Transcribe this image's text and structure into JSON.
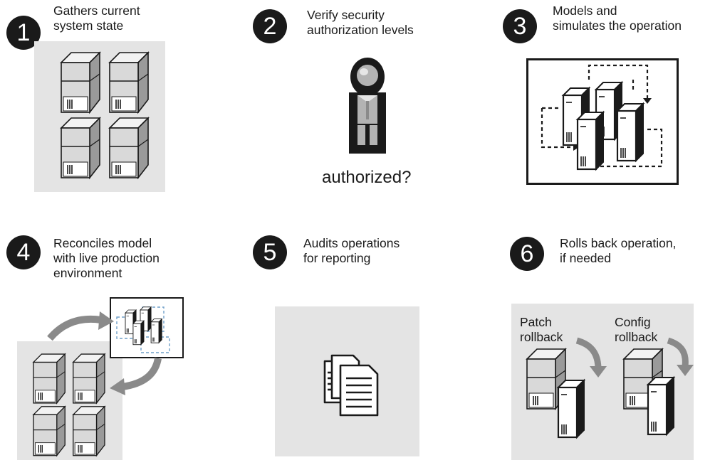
{
  "steps": [
    {
      "number": "1",
      "lines": [
        "Gathers current",
        "system state"
      ]
    },
    {
      "number": "2",
      "lines": [
        "Verify security",
        "authorization levels"
      ]
    },
    {
      "number": "3",
      "lines": [
        "Models and",
        "simulates the operation"
      ]
    },
    {
      "number": "4",
      "lines": [
        "Reconciles model",
        "with live production",
        "environment"
      ]
    },
    {
      "number": "5",
      "lines": [
        "Audits operations",
        "for reporting"
      ]
    },
    {
      "number": "6",
      "lines": [
        "Rolls back operation,",
        "if needed"
      ]
    }
  ],
  "labels": {
    "authorized": "authorized?",
    "patch_rollback": [
      "Patch",
      "rollback"
    ],
    "config_rollback": [
      "Config",
      "rollback"
    ]
  },
  "colors": {
    "panel_gray": "#e4e4e4",
    "badge": "#1a1a1a",
    "server_light": "#d9d9d9",
    "server_dark": "#9a9a9a",
    "outline": "#1a1a1a"
  },
  "icons": {
    "server": "server-tower-icon",
    "person": "person-icon",
    "documents": "document-stack-icon",
    "arrow": "curved-arrow-icon"
  }
}
